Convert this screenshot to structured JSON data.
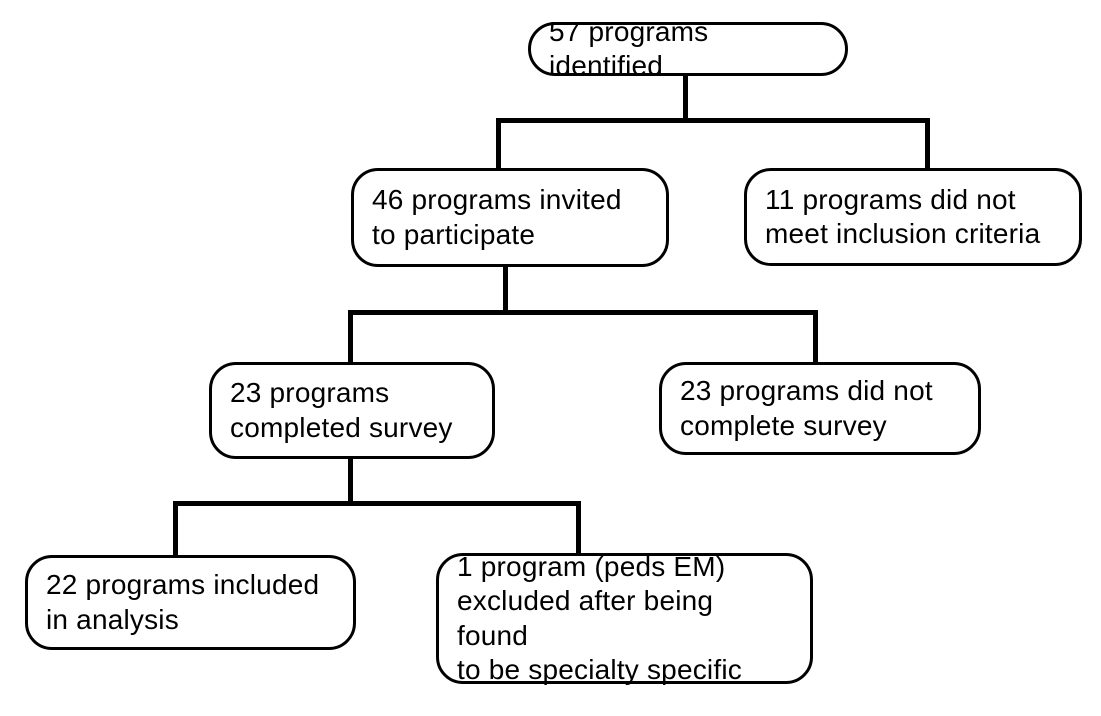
{
  "figure": {
    "type": "flowchart",
    "description": "Study enrollment flow diagram of programs surveyed",
    "colors": {
      "background": "#ffffff",
      "line": "#000000",
      "text": "#000000"
    },
    "nodes": {
      "identified": {
        "label": "57 programs identified"
      },
      "invited": {
        "label": "46 programs invited\nto participate"
      },
      "not_eligible": {
        "label": "11 programs did not\nmeet inclusion criteria"
      },
      "completed": {
        "label": "23 programs\ncompleted survey"
      },
      "not_completed": {
        "label": "23 programs did not\ncomplete survey"
      },
      "included": {
        "label": "22 programs included\nin analysis"
      },
      "excluded": {
        "label": "1 program (peds EM)\nexcluded after being found\nto be specialty specific"
      }
    }
  }
}
